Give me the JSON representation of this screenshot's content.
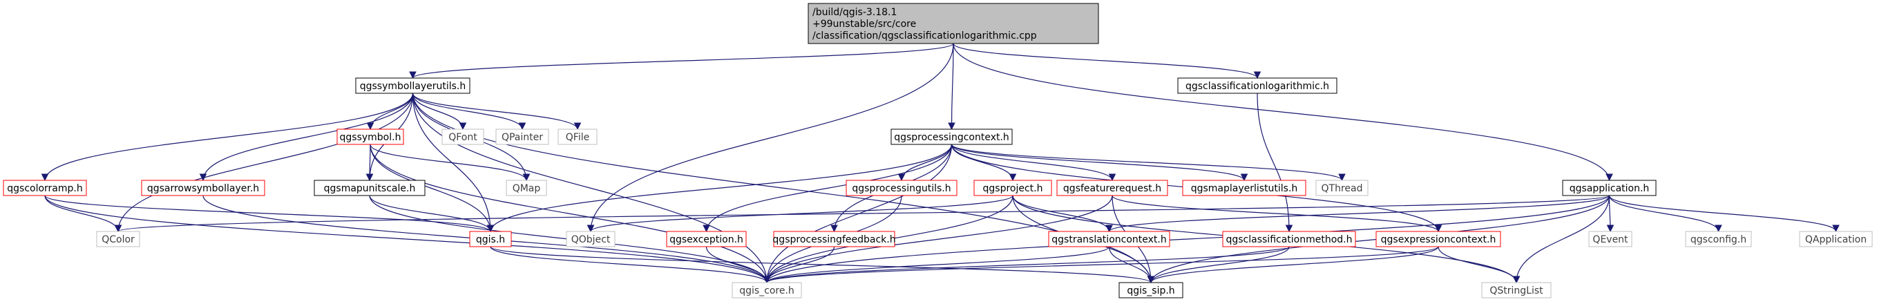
{
  "colors": {
    "edge": "#191970",
    "root_fill": "#bfbfbf",
    "root_border": "#000000",
    "documented_border": "#000000",
    "red_border": "#ff0000",
    "external_border": "#bfbfbf",
    "text": "#000000",
    "external_text": "#404040"
  },
  "nodes": {
    "root": {
      "lines": [
        "/build/qgis-3.18.1",
        "+99unstable/src/core",
        "/classification/qgsclassificationlogarithmic.cpp"
      ],
      "style": "root"
    },
    "symbollayerutils": {
      "lines": [
        "qgssymbollayerutils.h"
      ],
      "style": "documented"
    },
    "classlog": {
      "lines": [
        "qgsclassificationlogarithmic.h"
      ],
      "style": "documented"
    },
    "procctx": {
      "lines": [
        "qgsprocessingcontext.h"
      ],
      "style": "documented"
    },
    "qgsapp": {
      "lines": [
        "qgsapplication.h"
      ],
      "style": "documented"
    },
    "qgssymbol": {
      "lines": [
        "qgssymbol.h"
      ],
      "style": "red"
    },
    "qfont": {
      "lines": [
        "QFont"
      ],
      "style": "external"
    },
    "qpainter": {
      "lines": [
        "QPainter"
      ],
      "style": "external"
    },
    "qfile": {
      "lines": [
        "QFile"
      ],
      "style": "external"
    },
    "colorramp": {
      "lines": [
        "qgscolorramp.h"
      ],
      "style": "red"
    },
    "arrowsym": {
      "lines": [
        "qgsarrowsymbollayer.h"
      ],
      "style": "red"
    },
    "mapunit": {
      "lines": [
        "qgsmapunitscale.h"
      ],
      "style": "documented"
    },
    "qmap": {
      "lines": [
        "QMap"
      ],
      "style": "external"
    },
    "procutils": {
      "lines": [
        "qgsprocessingutils.h"
      ],
      "style": "red"
    },
    "project": {
      "lines": [
        "qgsproject.h"
      ],
      "style": "red"
    },
    "featreq": {
      "lines": [
        "qgsfeaturerequest.h"
      ],
      "style": "red"
    },
    "maplayerlist": {
      "lines": [
        "qgsmaplayerlistutils.h"
      ],
      "style": "red"
    },
    "qthread": {
      "lines": [
        "QThread"
      ],
      "style": "external"
    },
    "qcolor": {
      "lines": [
        "QColor"
      ],
      "style": "external"
    },
    "qgish": {
      "lines": [
        "qgis.h"
      ],
      "style": "red"
    },
    "qobject": {
      "lines": [
        "QObject"
      ],
      "style": "external"
    },
    "exception": {
      "lines": [
        "qgsexception.h"
      ],
      "style": "red"
    },
    "procfeedback": {
      "lines": [
        "qgsprocessingfeedback.h"
      ],
      "style": "red"
    },
    "translation": {
      "lines": [
        "qgstranslationcontext.h"
      ],
      "style": "red"
    },
    "classmethod": {
      "lines": [
        "qgsclassificationmethod.h"
      ],
      "style": "red"
    },
    "exprctx": {
      "lines": [
        "qgsexpressioncontext.h"
      ],
      "style": "red"
    },
    "qevent": {
      "lines": [
        "QEvent"
      ],
      "style": "external"
    },
    "qgsconfig": {
      "lines": [
        "qgsconfig.h"
      ],
      "style": "external"
    },
    "qapplication": {
      "lines": [
        "QApplication"
      ],
      "style": "external"
    },
    "qgiscore": {
      "lines": [
        "qgis_core.h"
      ],
      "style": "external"
    },
    "qgissip": {
      "lines": [
        "qgis_sip.h"
      ],
      "style": "documented"
    },
    "qstringlist": {
      "lines": [
        "QStringList"
      ],
      "style": "external"
    }
  },
  "edges": [
    [
      "root",
      "symbollayerutils"
    ],
    [
      "root",
      "procctx"
    ],
    [
      "root",
      "classlog"
    ],
    [
      "root",
      "qgsapp"
    ],
    [
      "root",
      "qobject"
    ],
    [
      "symbollayerutils",
      "colorramp"
    ],
    [
      "symbollayerutils",
      "qcolor"
    ],
    [
      "symbollayerutils",
      "arrowsym"
    ],
    [
      "symbollayerutils",
      "qgiscore"
    ],
    [
      "symbollayerutils",
      "mapunit"
    ],
    [
      "symbollayerutils",
      "qgssymbol"
    ],
    [
      "symbollayerutils",
      "qmap"
    ],
    [
      "symbollayerutils",
      "qfont"
    ],
    [
      "symbollayerutils",
      "qpainter"
    ],
    [
      "symbollayerutils",
      "qfile"
    ],
    [
      "symbollayerutils",
      "qgish"
    ],
    [
      "symbollayerutils",
      "qgissip"
    ],
    [
      "qgssymbol",
      "mapunit"
    ],
    [
      "qgssymbol",
      "qmap"
    ],
    [
      "qgssymbol",
      "qgish"
    ],
    [
      "qgssymbol",
      "qgiscore"
    ],
    [
      "colorramp",
      "qcolor"
    ],
    [
      "colorramp",
      "qgish"
    ],
    [
      "colorramp",
      "qgiscore"
    ],
    [
      "arrowsym",
      "qgiscore"
    ],
    [
      "mapunit",
      "qgish"
    ],
    [
      "mapunit",
      "qgiscore"
    ],
    [
      "qgish",
      "qgiscore"
    ],
    [
      "qgish",
      "qgissip"
    ],
    [
      "classlog",
      "classmethod"
    ],
    [
      "procctx",
      "procutils"
    ],
    [
      "procctx",
      "project"
    ],
    [
      "procctx",
      "featreq"
    ],
    [
      "procctx",
      "maplayerlist"
    ],
    [
      "procctx",
      "qthread"
    ],
    [
      "procctx",
      "exprctx"
    ],
    [
      "procctx",
      "exception"
    ],
    [
      "procctx",
      "procfeedback"
    ],
    [
      "procctx",
      "qgish"
    ],
    [
      "procctx",
      "qgiscore"
    ],
    [
      "procutils",
      "qgiscore"
    ],
    [
      "project",
      "qobject"
    ],
    [
      "project",
      "translation"
    ],
    [
      "project",
      "qgiscore"
    ],
    [
      "project",
      "qgissip"
    ],
    [
      "project",
      "qstringlist"
    ],
    [
      "featreq",
      "exprctx"
    ],
    [
      "featreq",
      "qgiscore"
    ],
    [
      "featreq",
      "qgissip"
    ],
    [
      "exception",
      "qgiscore"
    ],
    [
      "procfeedback",
      "qgiscore"
    ],
    [
      "translation",
      "qgiscore"
    ],
    [
      "translation",
      "qgissip"
    ],
    [
      "classmethod",
      "qgiscore"
    ],
    [
      "classmethod",
      "qgissip"
    ],
    [
      "exprctx",
      "qgiscore"
    ],
    [
      "exprctx",
      "qgissip"
    ],
    [
      "exprctx",
      "qstringlist"
    ],
    [
      "qgsapp",
      "qcolor"
    ],
    [
      "qgsapp",
      "translation"
    ],
    [
      "qgsapp",
      "qevent"
    ],
    [
      "qgsapp",
      "qgsconfig"
    ],
    [
      "qgsapp",
      "qapplication"
    ],
    [
      "qgsapp",
      "qgiscore"
    ],
    [
      "qgsapp",
      "qgissip"
    ],
    [
      "qgsapp",
      "qstringlist"
    ]
  ]
}
